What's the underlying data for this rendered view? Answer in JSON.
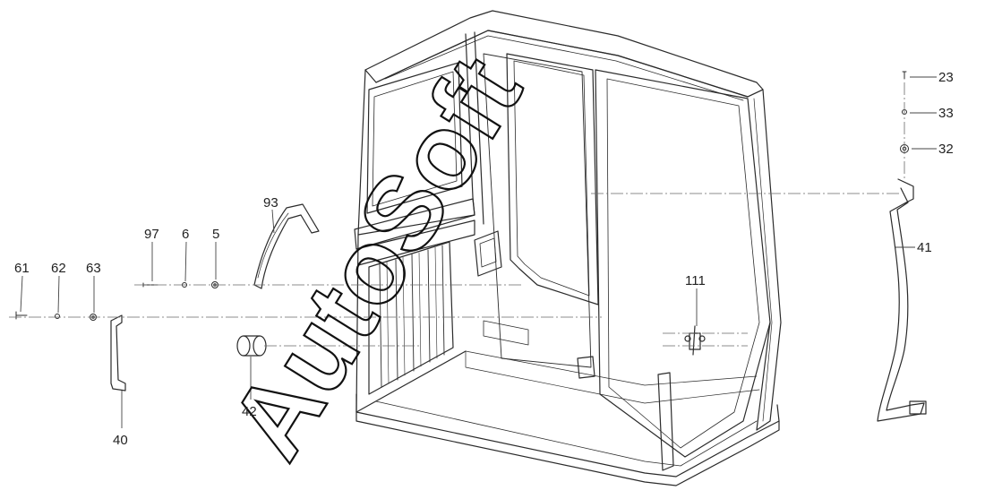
{
  "diagram": {
    "callouts": {
      "p23": "23",
      "p33": "33",
      "p32": "32",
      "p41": "41",
      "p93": "93",
      "p97": "97",
      "p6": "6",
      "p5": "5",
      "p61": "61",
      "p62": "62",
      "p63": "63",
      "p111": "111",
      "p42": "42",
      "p40": "40"
    },
    "watermark": "AutoSoft"
  },
  "colors": {
    "line": "#2b2b2b",
    "thin": "#6a6a6a",
    "watermark_stroke": "#111111",
    "background": "#ffffff"
  }
}
